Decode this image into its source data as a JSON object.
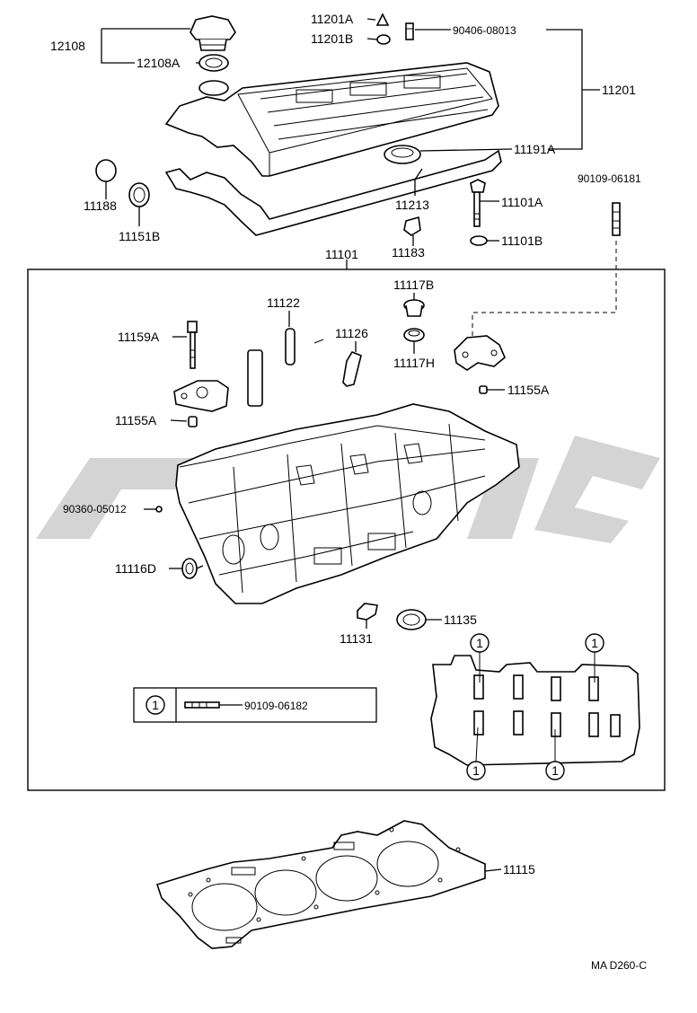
{
  "labels": {
    "p12108": "12108",
    "p12108A": "12108A",
    "p11201A": "11201A",
    "p11201B": "11201B",
    "p90406": "90406-08013",
    "p11201": "11201",
    "p11191A": "11191A",
    "p11188": "11188",
    "p11151B": "11151B",
    "p11213": "11213",
    "p11101A": "11101A",
    "p11101B": "11101B",
    "p11183": "11183",
    "p90109_06181": "90109-06181",
    "p11101": "11101",
    "p11117B": "11117B",
    "p11117H": "11117H",
    "p11122": "11122",
    "p11126": "11126",
    "p11159A": "11159A",
    "p11155A_r": "11155A",
    "p11155A_l": "11155A",
    "p90360": "90360-05012",
    "p11116D": "11116D",
    "p11131": "11131",
    "p11135": "11135",
    "p90109_06182": "90109-06182",
    "p11115": "11115",
    "code": "MA D260-C"
  },
  "marker": "1"
}
